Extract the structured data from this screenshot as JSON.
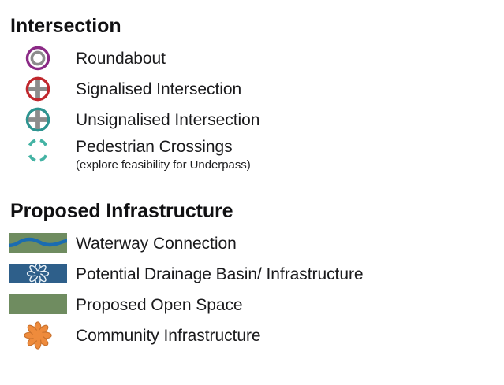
{
  "legend": {
    "sections": [
      {
        "id": "intersection",
        "title": "Intersection",
        "items": [
          {
            "icon": "roundabout-icon",
            "label": "Roundabout",
            "sublabel": "",
            "colors": {
              "ring": "#8B2A86",
              "inner": "#8C8C8C",
              "center": "#FFFFFF"
            }
          },
          {
            "icon": "signalised-intersection-icon",
            "label": "Signalised Intersection",
            "sublabel": "",
            "colors": {
              "ring": "#C0272D",
              "cross": "#8C8C8C"
            }
          },
          {
            "icon": "unsignalised-intersection-icon",
            "label": "Unsignalised Intersection",
            "sublabel": "",
            "colors": {
              "ring": "#2E9490",
              "cross": "#8C8C8C"
            }
          },
          {
            "icon": "pedestrian-crossing-icon",
            "label": "Pedestrian Crossings",
            "sublabel": "(explore feasibility for Underpass)",
            "colors": {
              "ring": "#44B3A4"
            }
          }
        ]
      },
      {
        "id": "proposed-infrastructure",
        "title": "Proposed Infrastructure",
        "items": [
          {
            "icon": "waterway-connection-swatch",
            "label": "Waterway Connection",
            "sublabel": "",
            "colors": {
              "fill": "#6F8C60",
              "wave": "#1B6CB0"
            }
          },
          {
            "icon": "drainage-basin-swatch",
            "label": "Potential Drainage Basin/ Infrastructure",
            "sublabel": "",
            "colors": {
              "fill": "#2E5F8A",
              "flower": "#2E5F8A",
              "outline": "#E8F0F7"
            }
          },
          {
            "icon": "open-space-swatch",
            "label": "Proposed Open Space",
            "sublabel": "",
            "colors": {
              "fill": "#6F8C60"
            }
          },
          {
            "icon": "community-infrastructure-icon",
            "label": "Community Infrastructure",
            "sublabel": "",
            "colors": {
              "fill": "#EE8B3C",
              "outline": "#C8702C"
            }
          }
        ]
      }
    ]
  }
}
